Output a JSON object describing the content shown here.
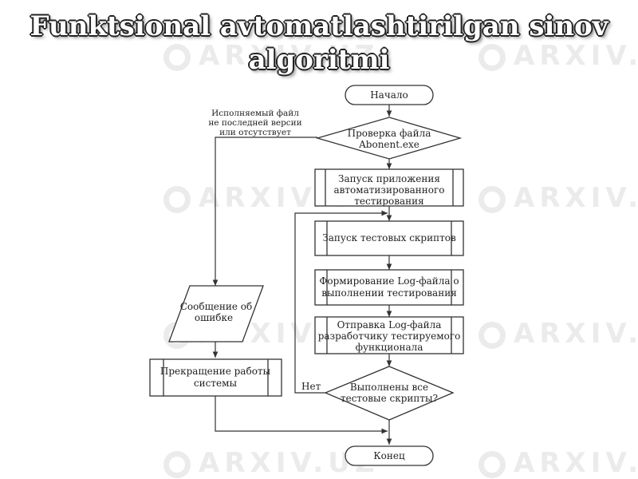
{
  "title": "Funktsional avtomatlashtirilgan sinov algoritmi",
  "watermark": "ARXIV.UZ",
  "flowchart": {
    "start": "Начало",
    "check": [
      "Проверка файла",
      "Abonent.exe"
    ],
    "fail_condition": [
      "Исполняемый файл",
      "не последней версии",
      "или отсутствует"
    ],
    "launch_app": [
      "Запуск приложения",
      "автоматизированного",
      "тестирования"
    ],
    "run_scripts": [
      "Запуск тестовых скриптов"
    ],
    "make_log": [
      "Формирование Log-файла о",
      "выполнении тестирования"
    ],
    "send_log": [
      "Отправка Log-файла",
      "разработчику тестируемого",
      "функционала"
    ],
    "all_done": [
      "Выполнены все",
      "тестовые скрипты?"
    ],
    "no_label": "Нет",
    "error_msg": [
      "Сообщение об",
      "ошибке"
    ],
    "stop_system": [
      "Прекращение работы",
      "системы"
    ],
    "end": "Конец"
  }
}
